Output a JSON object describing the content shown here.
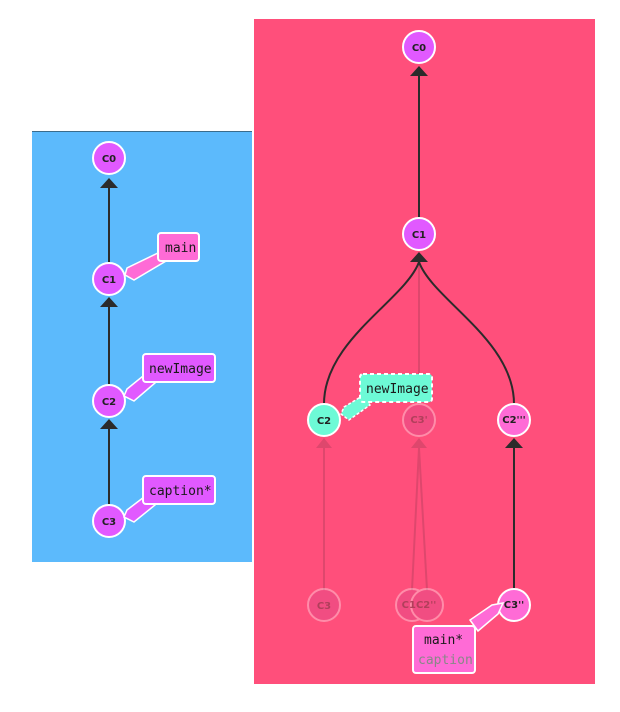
{
  "left_tree": {
    "commits": [
      {
        "id": "C0",
        "label": "C0"
      },
      {
        "id": "C1",
        "label": "C1"
      },
      {
        "id": "C2",
        "label": "C2"
      },
      {
        "id": "C3",
        "label": "C3"
      }
    ],
    "branches": [
      {
        "name": "main",
        "target": "C1"
      },
      {
        "name": "newImage",
        "target": "C2"
      },
      {
        "name": "caption*",
        "target": "C3"
      }
    ]
  },
  "right_tree": {
    "commits": [
      {
        "id": "C0",
        "label": "C0"
      },
      {
        "id": "C1",
        "label": "C1"
      },
      {
        "id": "C2",
        "label": "C2"
      },
      {
        "id": "C3p",
        "label": "C3'"
      },
      {
        "id": "C2pp",
        "label": "C2'''"
      },
      {
        "id": "C3g",
        "label": "C3"
      },
      {
        "id": "C1C2",
        "label": "C1C2''"
      },
      {
        "id": "C3pp",
        "label": "C3''"
      }
    ],
    "branches": [
      {
        "name": "newImage",
        "target": "C2"
      },
      {
        "name": "main*",
        "target": "C3''"
      },
      {
        "name": "caption",
        "target": "C3''"
      }
    ]
  },
  "colors": {
    "left_bg": "#5cbafc",
    "right_bg": "#ff4f7b",
    "commit_fill": "#e159ff",
    "commit_pink": "#ff6bd6",
    "teal": "#6dfad6",
    "edge": "#2b2b2b"
  }
}
